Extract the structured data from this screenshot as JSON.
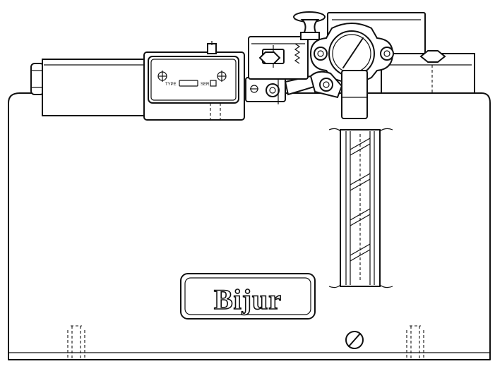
{
  "brand": {
    "logo_text": "Bijur"
  },
  "nameplate": {
    "type_label": "TYPE",
    "serial_label": "SER"
  },
  "colors": {
    "line": "#111111",
    "background": "#ffffff"
  }
}
